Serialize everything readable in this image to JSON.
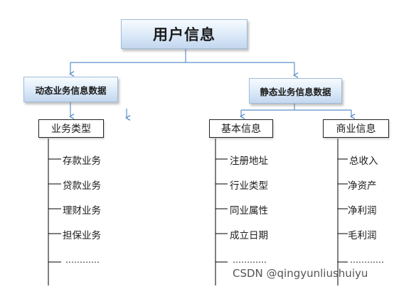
{
  "root": {
    "label": "用户信息"
  },
  "dynamic": {
    "label": "动态业务信息数据",
    "child": {
      "label": "业务类型",
      "items": [
        "存款业务",
        "贷款业务",
        "理财业务",
        "担保业务"
      ],
      "more": "…………"
    }
  },
  "static": {
    "label": "静态业务信息数据",
    "basic": {
      "label": "基本信息",
      "items": [
        "注册地址",
        "行业类型",
        "同业属性",
        "成立日期"
      ],
      "more": "…………"
    },
    "commercial": {
      "label": "商业信息",
      "items": [
        "总收入",
        "净资产",
        "净利润",
        "毛利润"
      ],
      "more": "…………"
    }
  },
  "watermark": "CSDN @qingyunliushuiyu",
  "colors": {
    "connector": "#5b8fc9",
    "box_border": "#9fbbd9",
    "tree_line": "#000000"
  }
}
